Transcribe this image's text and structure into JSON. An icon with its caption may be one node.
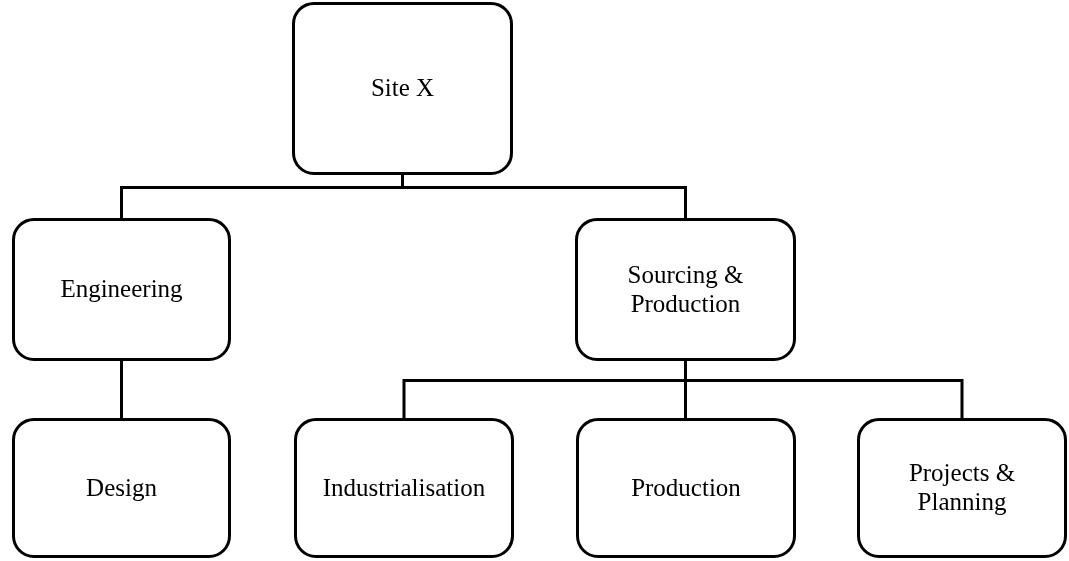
{
  "diagram": {
    "nodes": [
      {
        "text": [
          "Site X"
        ]
      },
      {
        "text": [
          "Engineering"
        ]
      },
      {
        "text": [
          "Sourcing & Production"
        ]
      },
      {
        "text": [
          "Design"
        ]
      },
      {
        "text": [
          "Industrialisation"
        ]
      },
      {
        "text": [
          "Production"
        ]
      },
      {
        "text": [
          "Projects & Planning"
        ]
      }
    ],
    "edges": [
      {
        "from": 0,
        "to": 1,
        "arrow": "none"
      },
      {
        "from": 0,
        "to": 2,
        "arrow": "none"
      },
      {
        "from": 1,
        "to": 3,
        "arrow": "none"
      },
      {
        "from": 2,
        "to": 4,
        "arrow": "none"
      },
      {
        "from": 2,
        "to": 5,
        "arrow": "none"
      },
      {
        "from": 2,
        "to": 6,
        "arrow": "none"
      }
    ]
  }
}
